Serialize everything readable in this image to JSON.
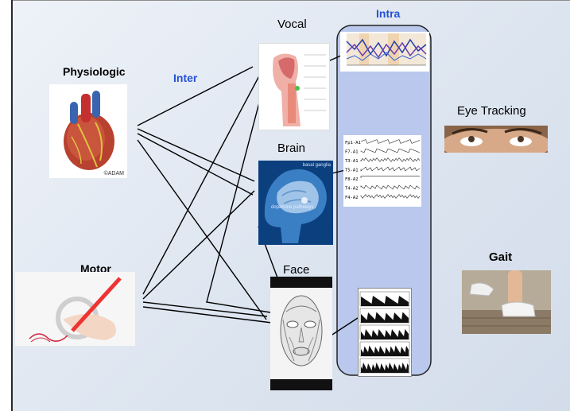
{
  "labels": {
    "vocal": "Vocal",
    "intra": "Intra",
    "inter": "Inter",
    "physiologic": "Physiologic",
    "brain": "Brain",
    "eye_tracking": "Eye Tracking",
    "motor": "Motor",
    "face": "Face",
    "gait": "Gait"
  },
  "logo_text": "©ADAM",
  "eeg_channels": [
    "Fp1-A1",
    "F7-A1",
    "T3-A1",
    "T5-A1",
    "F8-A2",
    "T4-A2",
    "F4-A2"
  ],
  "brain_annotations": {
    "top": "basal ganglia",
    "bottom": "dopamine pathways"
  },
  "colors": {
    "accent_blue": "#2553d6",
    "intra_fill": "#b9c8ec",
    "line": "#000000"
  }
}
